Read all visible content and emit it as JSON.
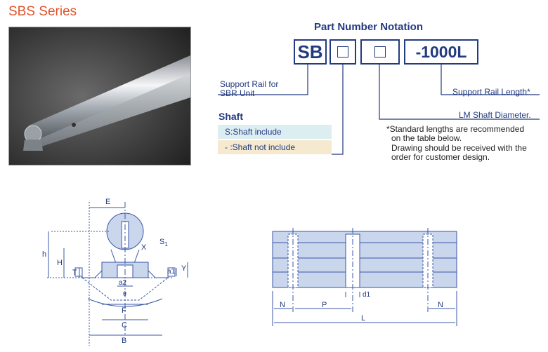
{
  "header": {
    "series_title": "SBS Series"
  },
  "notation": {
    "title": "Part Number Notation",
    "box1": "SB",
    "box4": "-1000L",
    "label_support_rail_line1": "Support Rail for",
    "label_support_rail_line2": "SBR Unit",
    "label_rail_length": "Support Rail Length*",
    "label_shaft_diameter": "LM Shaft Diameter."
  },
  "shaft": {
    "title": "Shaft",
    "options": [
      {
        "text": "S:Shaft include",
        "color": "#ddeef3"
      },
      {
        "text": "- :Shaft not include",
        "color": "#f5ead0"
      }
    ]
  },
  "note": {
    "line1": "*Standard lengths are recommended",
    "line2": "on the table below.",
    "line3": "Drawing should be received with the",
    "line4": "order for customer design."
  },
  "drawing_left": {
    "dims": {
      "E": "E",
      "h": "h",
      "H": "H",
      "T": "T",
      "X": "X",
      "S1": "S",
      "S1_sub": "1",
      "a1": "a1",
      "Y": "Y",
      "a2": "a2",
      "theta": "θ",
      "F": "F",
      "C": "C",
      "B": "B"
    }
  },
  "drawing_right": {
    "dims": {
      "N_left": "N",
      "P": "P",
      "d1": "d1",
      "N_right": "N",
      "L": "L"
    }
  },
  "colors": {
    "accent": "#e2542a",
    "navy": "#223a80",
    "drawing_line": "#3a56a8",
    "drawing_fill": "#c9d6ec"
  }
}
